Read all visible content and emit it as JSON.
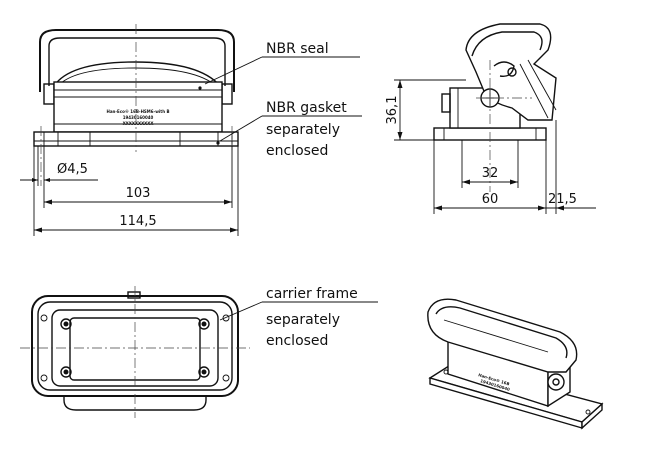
{
  "labels": {
    "nbr_seal": "NBR seal",
    "nbr_gasket": "NBR gasket",
    "separately_1": "separately",
    "enclosed_1": "enclosed",
    "carrier_frame": "carrier frame",
    "separately_2": "separately",
    "enclosed_2": "enclosed"
  },
  "dimensions": {
    "hole_diameter": "Ø4,5",
    "inner_width": "103",
    "outer_width": "114,5",
    "height": "36,1",
    "mount_pitch": "32",
    "base_length": "60",
    "lever_offset": "21,5"
  },
  "product_marking": {
    "line1": "Han-Eco® 16B-HSM6-with B",
    "line2": "19430160040",
    "line3": "XXXXXXXXXX"
  }
}
